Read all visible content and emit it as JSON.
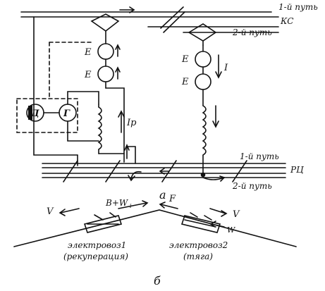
{
  "figure": {
    "labels": {
      "track1_top": "1-й путь",
      "track2_top": "2-й путь",
      "contact_network": "КС",
      "track1_bottom": "1-й путь",
      "track2_bottom": "2-й путь",
      "rail_circuit": "РЦ",
      "emf_symbol": "E",
      "current_I": "I",
      "current_Ip": "Iр",
      "motor": "Д",
      "generator": "Г",
      "panel_a": "а",
      "panel_b": "б",
      "force_left": "B+W",
      "force_left_sub": "i",
      "force_right": "F",
      "speed_left": "V",
      "speed_right": "V",
      "resistance_right": "W",
      "loco1": "электровоз1",
      "loco1_mode": "(рекуперация)",
      "loco2": "электровоз2",
      "loco2_mode": "(тяга)"
    }
  }
}
